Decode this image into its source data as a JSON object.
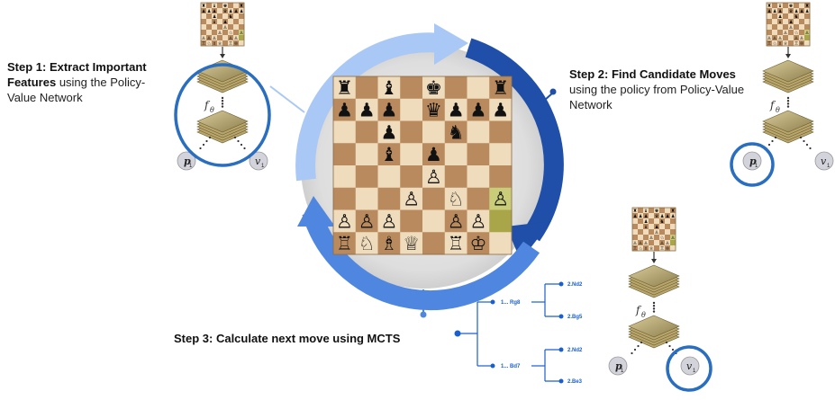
{
  "steps": {
    "step1": {
      "bold": "Step 1: Extract Important Features",
      "rest": " using the Policy-Value Network"
    },
    "step2": {
      "bold": "Step 2: Find Candidate Moves",
      "rest": " using the policy from Policy-Value Network"
    },
    "step3": {
      "text": "Step 3: Calculate next move using MCTS"
    }
  },
  "network": {
    "f_symbol": "f",
    "f_subscript": "θ",
    "policy_symbol": "p",
    "value_symbol": "v",
    "index": "1"
  },
  "tree": {
    "level1": [
      "1... Rg8",
      "1... Bd7"
    ],
    "level2": [
      "2.Nd2",
      "2.Bg5",
      "2.Nd2",
      "2.Be3"
    ]
  },
  "colors": {
    "arrow_light": "#a9c8f5",
    "arrow_mid": "#4f87e0",
    "arrow_dark": "#1f4fa8",
    "highlight_ring": "#2a6ec0",
    "board_light": "#efdcbc",
    "board_dark": "#b88a5e",
    "tree_blue": "#1a5fd0"
  },
  "board": {
    "rows": [
      [
        "♜",
        "",
        "♝",
        "",
        "♚",
        "",
        "",
        "♜"
      ],
      [
        "♟",
        "♟",
        "♟",
        "",
        "♛",
        "♟",
        "♟",
        "♟"
      ],
      [
        "",
        "",
        "♟",
        "",
        "",
        "♞",
        "",
        ""
      ],
      [
        "",
        "",
        "♝",
        "",
        "♟",
        "",
        "",
        ""
      ],
      [
        "",
        "",
        "",
        "",
        "♙",
        "",
        "",
        ""
      ],
      [
        "",
        "",
        "",
        "♙",
        "",
        "♘",
        "",
        "♙"
      ],
      [
        "♙",
        "♙",
        "♙",
        "",
        "",
        "♙",
        "♙",
        ""
      ],
      [
        "♖",
        "♘",
        "♗",
        "♕",
        "",
        "♖",
        "♔",
        ""
      ]
    ]
  }
}
